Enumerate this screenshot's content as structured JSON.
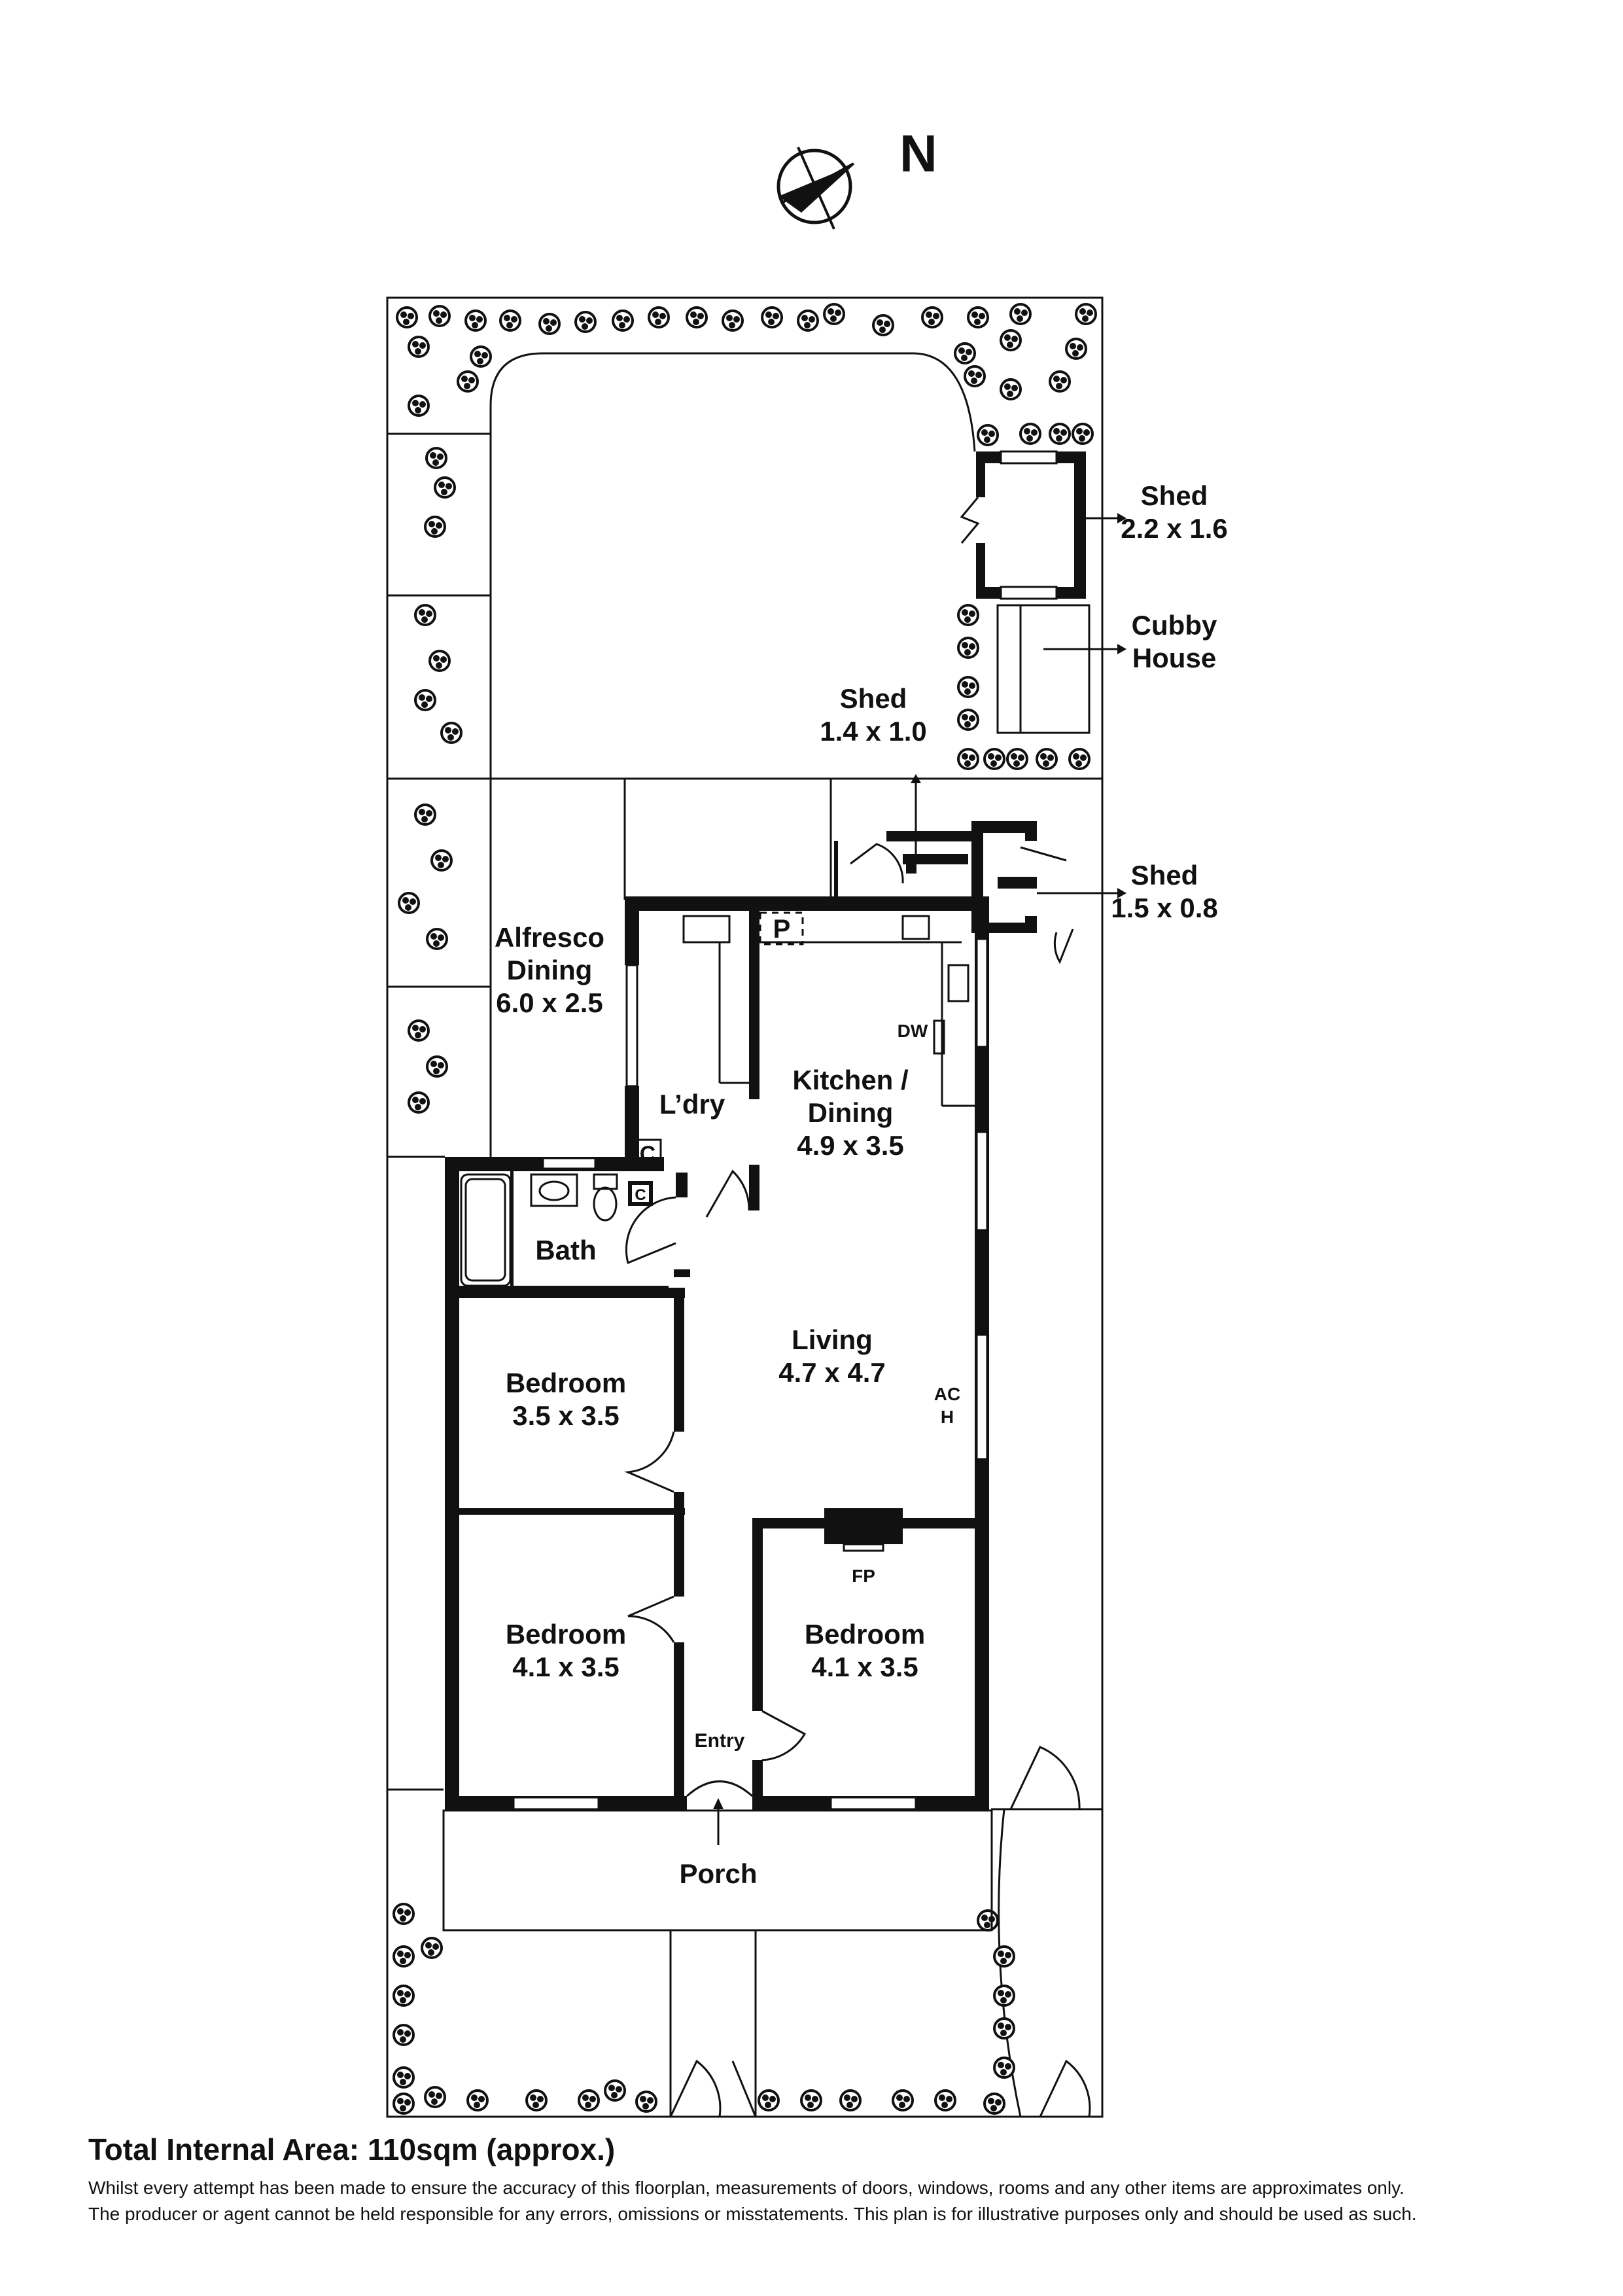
{
  "compass": {
    "label": "N"
  },
  "rooms": {
    "shed_large": {
      "name": "Shed",
      "size": "2.2 x 1.6"
    },
    "cubby": {
      "line1": "Cubby",
      "line2": "House"
    },
    "shed_small": {
      "name": "Shed",
      "size": "1.4 x 1.0"
    },
    "shed_side": {
      "name": "Shed",
      "size": "1.5 x 0.8"
    },
    "alfresco": {
      "line1": "Alfresco",
      "line2": "Dining",
      "size": "6.0 x 2.5"
    },
    "pantry": {
      "label": "P"
    },
    "laundry": {
      "name": "L’dry"
    },
    "kitchen": {
      "line1": "Kitchen /",
      "line2": "Dining",
      "size": "4.9 x 3.5"
    },
    "dishwasher": {
      "label": "DW"
    },
    "cupboard_1": {
      "label": "C"
    },
    "cupboard_2": {
      "label": "C"
    },
    "bath": {
      "name": "Bath"
    },
    "living": {
      "name": "Living",
      "size": "4.7 x 4.7"
    },
    "ac": {
      "line1": "AC",
      "line2": "H"
    },
    "bedroom_1": {
      "name": "Bedroom",
      "size": "3.5 x 3.5"
    },
    "bedroom_2": {
      "name": "Bedroom",
      "size": "4.1 x 3.5"
    },
    "bedroom_3": {
      "name": "Bedroom",
      "size": "4.1 x 3.5"
    },
    "fireplace": {
      "label": "FP"
    },
    "entry": {
      "name": "Entry"
    },
    "porch": {
      "name": "Porch"
    }
  },
  "footer": {
    "total_area": "Total Internal Area: 110sqm (approx.)",
    "disclaimer_1": "Whilst every attempt has been made to ensure the accuracy of this floorplan, measurements of doors, windows, rooms and any other items are approximates only.",
    "disclaimer_2": "The producer or agent cannot be held responsible for any errors, omissions or misstatements. This plan is for illustrative purposes only and should be used as such."
  }
}
